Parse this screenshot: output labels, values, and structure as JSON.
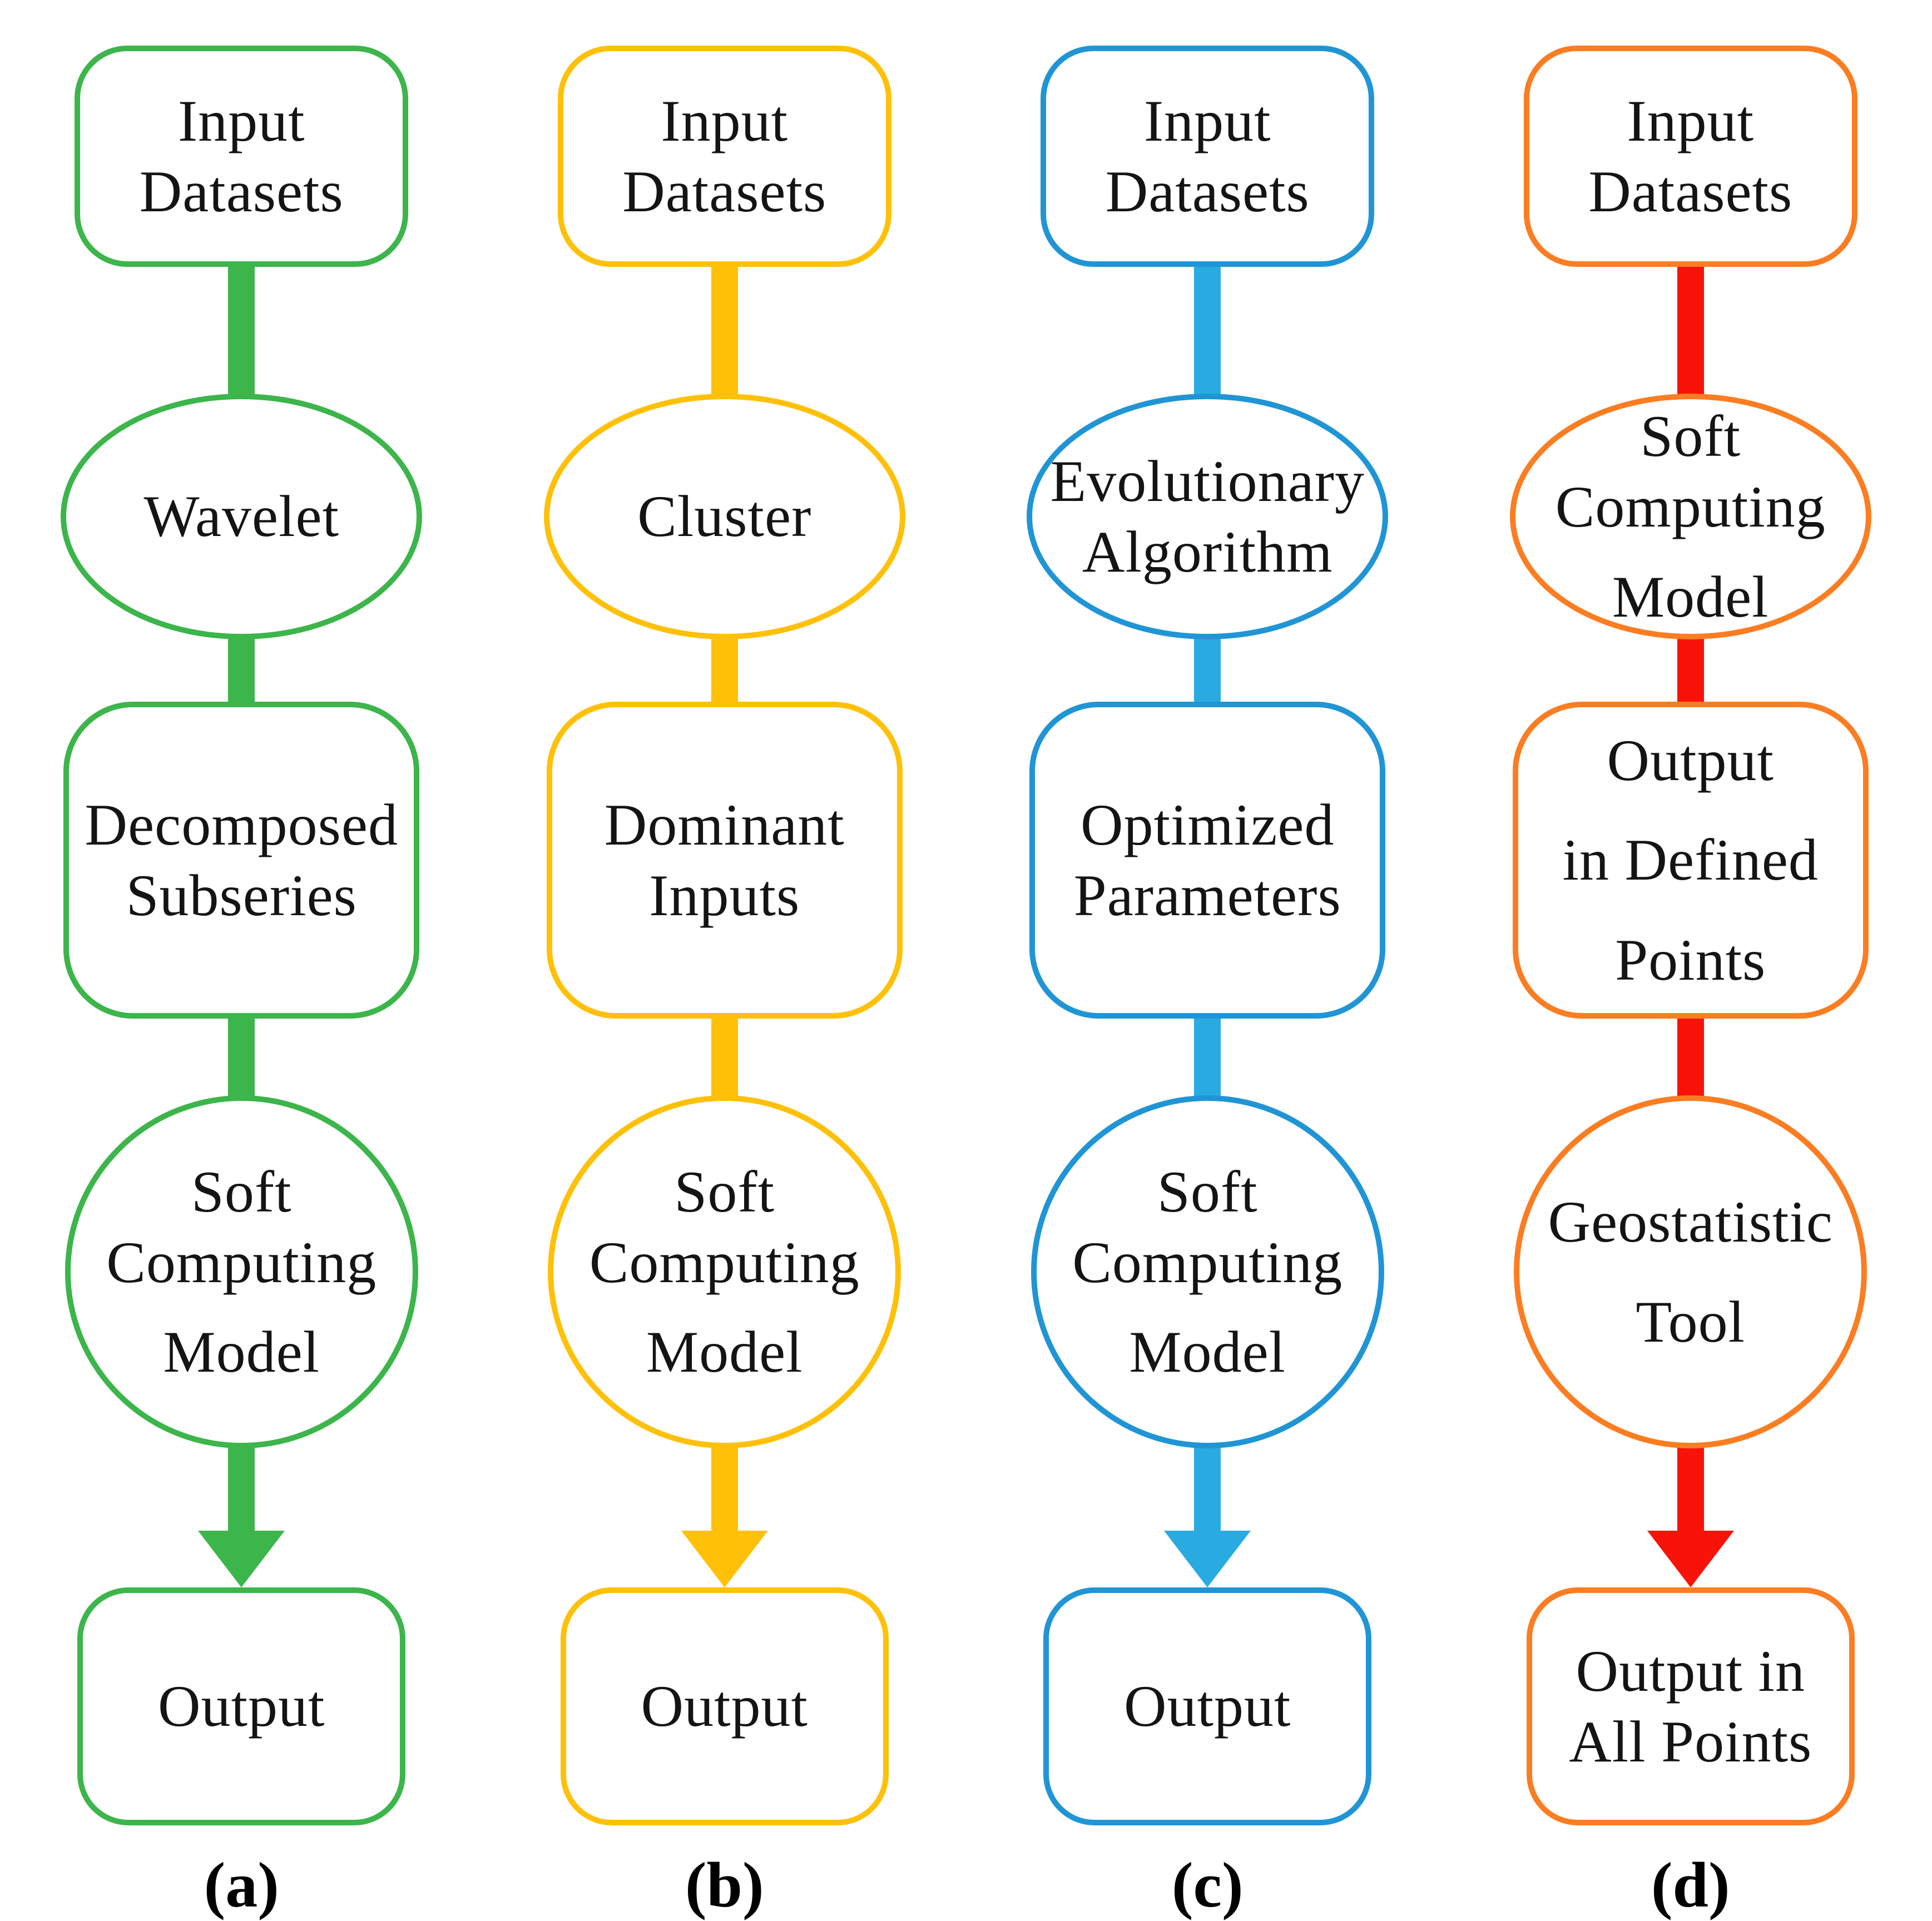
{
  "figure": {
    "columns": [
      {
        "id": "a",
        "label": "(a)",
        "stroke_color": "#3CB54A",
        "connector_color": "#3CB54A",
        "nodes": [
          {
            "shape": "rounded-box",
            "lines": [
              "Input",
              "Datasets"
            ]
          },
          {
            "shape": "ellipse",
            "lines": [
              "Wavelet"
            ]
          },
          {
            "shape": "rounded-box",
            "lines": [
              "Decomposed",
              "Subseries"
            ]
          },
          {
            "shape": "circle",
            "lines": [
              "Soft",
              "Computing",
              "Model"
            ]
          },
          {
            "shape": "rounded-box",
            "lines": [
              "Output"
            ]
          }
        ]
      },
      {
        "id": "b",
        "label": "(b)",
        "stroke_color": "#FFC008",
        "connector_color": "#FFC008",
        "nodes": [
          {
            "shape": "rounded-box",
            "lines": [
              "Input",
              "Datasets"
            ]
          },
          {
            "shape": "ellipse",
            "lines": [
              "Cluster"
            ]
          },
          {
            "shape": "rounded-box",
            "lines": [
              "Dominant",
              "Inputs"
            ]
          },
          {
            "shape": "circle",
            "lines": [
              "Soft",
              "Computing",
              "Model"
            ]
          },
          {
            "shape": "rounded-box",
            "lines": [
              "Output"
            ]
          }
        ]
      },
      {
        "id": "c",
        "label": "(c)",
        "stroke_color": "#2095D6",
        "connector_color": "#29ABE2",
        "nodes": [
          {
            "shape": "rounded-box",
            "lines": [
              "Input",
              "Datasets"
            ]
          },
          {
            "shape": "ellipse",
            "lines": [
              "Evolutionary",
              "Algorithm"
            ]
          },
          {
            "shape": "rounded-box",
            "lines": [
              "Optimized",
              "Parameters"
            ]
          },
          {
            "shape": "circle",
            "lines": [
              "Soft",
              "Computing",
              "Model"
            ]
          },
          {
            "shape": "rounded-box",
            "lines": [
              "Output"
            ]
          }
        ]
      },
      {
        "id": "d",
        "label": "(d)",
        "stroke_color": "#FB7D22",
        "connector_color": "#F9120A",
        "nodes": [
          {
            "shape": "rounded-box",
            "lines": [
              "Input",
              "Datasets"
            ]
          },
          {
            "shape": "ellipse",
            "lines": [
              "Soft",
              "Computing",
              "Model"
            ]
          },
          {
            "shape": "rounded-box",
            "lines": [
              "Output",
              "in Defined",
              "Points"
            ]
          },
          {
            "shape": "circle",
            "lines": [
              "Geostatistic",
              "Tool"
            ]
          },
          {
            "shape": "rounded-box",
            "lines": [
              "Output in",
              "All Points"
            ]
          }
        ]
      }
    ]
  }
}
